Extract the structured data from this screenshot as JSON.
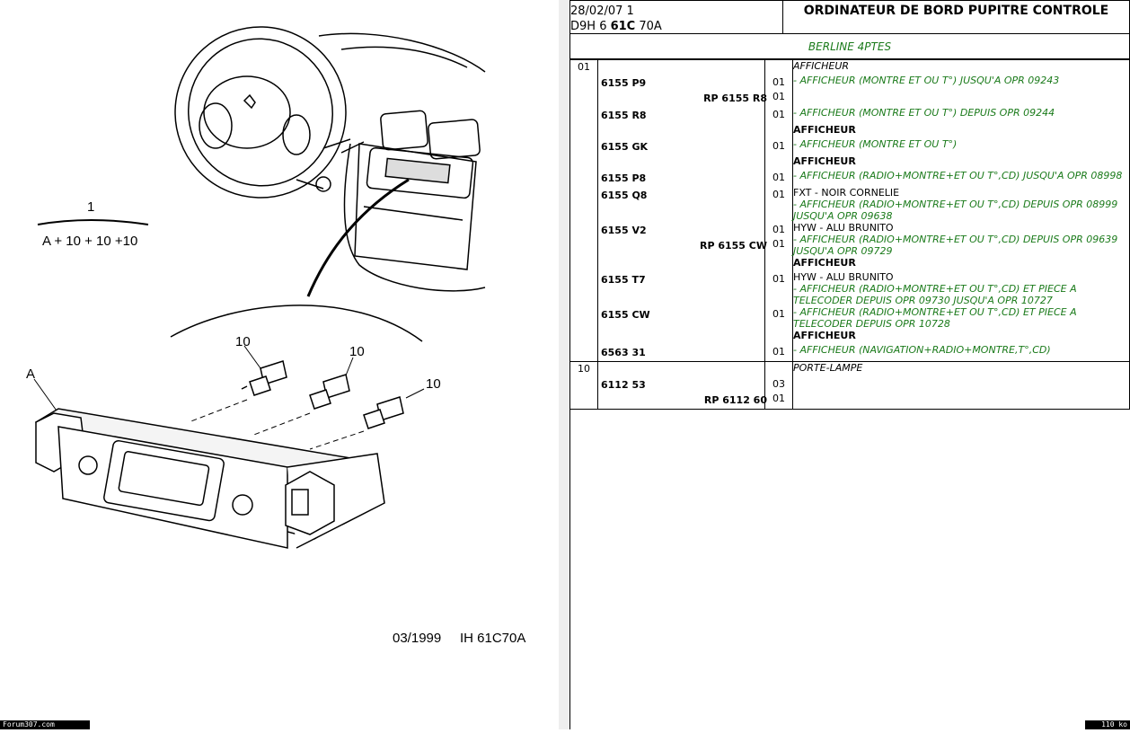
{
  "diagram": {
    "legend_number": "1",
    "legend_formula": "A + 10 + 10 +10",
    "callouts": [
      "10",
      "10",
      "10",
      "A"
    ],
    "date": "03/1999",
    "code": "IH 61C70A"
  },
  "header": {
    "date_line": "28/02/07  1",
    "code_prefix": "D9H  6 ",
    "code_bold": "61C",
    "code_suffix": " 70A",
    "title": "ORDINATEUR DE BORD PUPITRE CONTROLE",
    "subtitle": "BERLINE 4PTES"
  },
  "rows": {
    "item01": "01",
    "item10": "10",
    "h1": "AFFICHEUR",
    "r1_ref": "6155 P9",
    "r1_qty": "01",
    "r1_desc": "- AFFICHEUR (MONTRE ET OU T°) JUSQU'A OPR 09243",
    "r1b_rp": "RP 6155 R8",
    "r1b_qty": "01",
    "r2_ref": "6155 R8",
    "r2_qty": "01",
    "r2_desc": "- AFFICHEUR (MONTRE ET OU T°) DEPUIS OPR 09244",
    "h2": "AFFICHEUR",
    "r3_ref": "6155 GK",
    "r3_qty": "01",
    "r3_desc": "- AFFICHEUR (MONTRE ET OU T°)",
    "h3": "AFFICHEUR",
    "r4_ref": "6155 P8",
    "r4_qty": "01",
    "r4_desc": "- AFFICHEUR (RADIO+MONTRE+ET OU T°,CD) JUSQU'A OPR 08998",
    "r5_ref": "6155 Q8",
    "r5_qty": "01",
    "r5_note": "FXT - NOIR CORNELIE",
    "r5_desc": "- AFFICHEUR (RADIO+MONTRE+ET OU T°,CD) DEPUIS OPR 08999 JUSQU'A OPR 09638",
    "r6_ref": "6155 V2",
    "r6_qty": "01",
    "r6_note": "HYW - ALU BRUNITO",
    "r6b_rp": "RP 6155 CW",
    "r6b_qty": "01",
    "r6_desc": "- AFFICHEUR (RADIO+MONTRE+ET OU T°,CD) DEPUIS OPR 09639 JUSQU'A OPR 09729",
    "h4": "AFFICHEUR",
    "r7_ref": "6155 T7",
    "r7_qty": "01",
    "r7_note": "HYW - ALU BRUNITO",
    "r7_desc": "- AFFICHEUR (RADIO+MONTRE+ET OU T°,CD) ET PIECE A TELECODER DEPUIS OPR 09730 JUSQU'A OPR 10727",
    "r8_ref": "6155 CW",
    "r8_qty": "01",
    "r8_desc": "- AFFICHEUR (RADIO+MONTRE+ET OU T°,CD) ET PIECE A TELECODER DEPUIS OPR 10728",
    "h5": "AFFICHEUR",
    "r9_ref": "6563 31",
    "r9_qty": "01",
    "r9_desc": "- AFFICHEUR (NAVIGATION+RADIO+MONTRE,T°,CD)",
    "h6": "PORTE-LAMPE",
    "r10_ref": "6112 53",
    "r10_qty": "03",
    "r10b_rp": "RP 6112 60",
    "r10b_qty": "01"
  },
  "footer": {
    "site": "Forum307.com",
    "size": "110 ko"
  }
}
